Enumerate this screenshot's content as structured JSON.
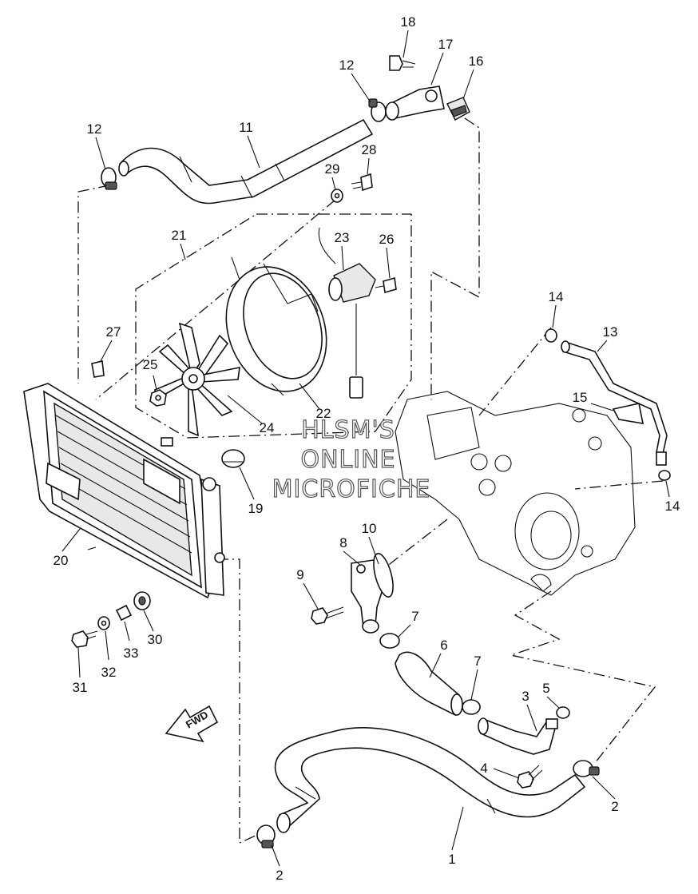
{
  "watermark": {
    "line1": "HLSM'S",
    "line2": "ONLINE",
    "line3": "MICROFICHE"
  },
  "direction_label": "FWD",
  "callouts": [
    {
      "id": "c18",
      "label": "18"
    },
    {
      "id": "c17",
      "label": "17"
    },
    {
      "id": "c16",
      "label": "16"
    },
    {
      "id": "c12a",
      "label": "12"
    },
    {
      "id": "c12b",
      "label": "12"
    },
    {
      "id": "c11",
      "label": "11"
    },
    {
      "id": "c28",
      "label": "28"
    },
    {
      "id": "c29",
      "label": "29"
    },
    {
      "id": "c21",
      "label": "21"
    },
    {
      "id": "c23",
      "label": "23"
    },
    {
      "id": "c26",
      "label": "26"
    },
    {
      "id": "c27",
      "label": "27"
    },
    {
      "id": "c25",
      "label": "25"
    },
    {
      "id": "c24",
      "label": "24"
    },
    {
      "id": "c22",
      "label": "22"
    },
    {
      "id": "c14a",
      "label": "14"
    },
    {
      "id": "c13",
      "label": "13"
    },
    {
      "id": "c15",
      "label": "15"
    },
    {
      "id": "c14b",
      "label": "14"
    },
    {
      "id": "c19",
      "label": "19"
    },
    {
      "id": "c20",
      "label": "20"
    },
    {
      "id": "c10",
      "label": "10"
    },
    {
      "id": "c8",
      "label": "8"
    },
    {
      "id": "c9",
      "label": "9"
    },
    {
      "id": "c7a",
      "label": "7"
    },
    {
      "id": "c6",
      "label": "6"
    },
    {
      "id": "c7b",
      "label": "7"
    },
    {
      "id": "c5",
      "label": "5"
    },
    {
      "id": "c3",
      "label": "3"
    },
    {
      "id": "c4",
      "label": "4"
    },
    {
      "id": "c2a",
      "label": "2"
    },
    {
      "id": "c1",
      "label": "1"
    },
    {
      "id": "c2b",
      "label": "2"
    },
    {
      "id": "c30",
      "label": "30"
    },
    {
      "id": "c33",
      "label": "33"
    },
    {
      "id": "c32",
      "label": "32"
    },
    {
      "id": "c31",
      "label": "31"
    }
  ]
}
